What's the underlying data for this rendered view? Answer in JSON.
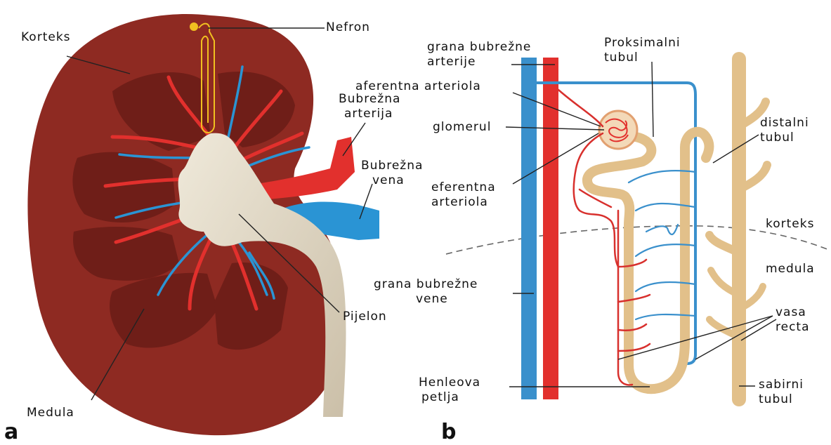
{
  "panel_a": {
    "tag": "a",
    "labels": {
      "korteks": "Korteks",
      "nefron": "Nefron",
      "arterija_1": "Bubrežna",
      "arterija_2": "arterija",
      "vena_1": "Bubrežna",
      "vena_2": "vena",
      "pijelon": "Pijelon",
      "medula": "Medula"
    }
  },
  "panel_b": {
    "tag": "b",
    "labels": {
      "grana_art_1": "grana bubrežne",
      "grana_art_2": "arterije",
      "proksimalni_1": "Proksimalni",
      "proksimalni_2": "tubul",
      "aferentna": "aferentna arteriola",
      "glomerul": "glomerul",
      "distalni_1": "distalni",
      "distalni_2": "tubul",
      "eferentna_1": "eferentna",
      "eferentna_2": "arteriola",
      "korteks": "korteks",
      "medula": "medula",
      "grana_ven_1": "grana bubrežne",
      "grana_ven_2": "vene",
      "vasa_1": "vasa",
      "vasa_2": "recta",
      "henle_1": "Henleova",
      "henle_2": "petlja",
      "sabirni_1": "sabirni",
      "sabirni_2": "tubul"
    }
  },
  "colors": {
    "cortex": "#8e2a22",
    "medulla": "#6f1e18",
    "artery": "#e2302d",
    "vein": "#2a94d4",
    "pelvis": "#ddd5c2",
    "tubule": "#e2c08a",
    "nephron": "#f0c020"
  }
}
